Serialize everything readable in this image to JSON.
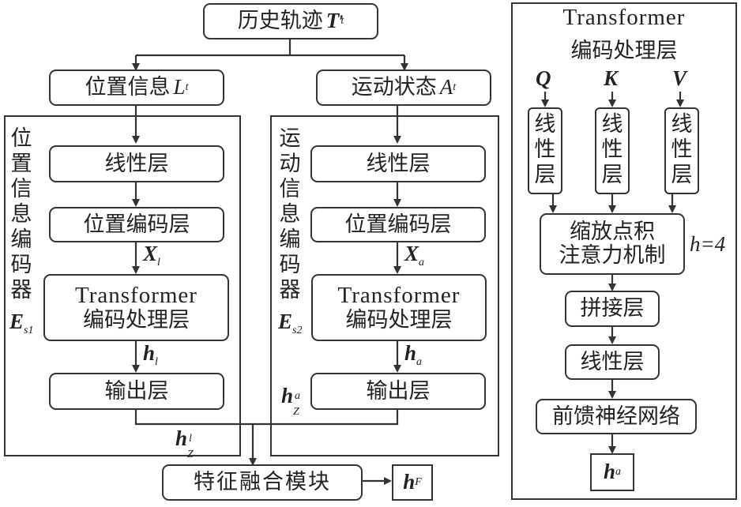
{
  "input": {
    "label": "历史轨迹",
    "symbol": "T",
    "prime": "′",
    "subscript": "t"
  },
  "branches": [
    {
      "input_box": {
        "label": "位置信息",
        "symbol": "L",
        "subscript": "t"
      },
      "encoder_label": [
        "位",
        "置",
        "信",
        "息",
        "编",
        "码",
        "器"
      ],
      "encoder_symbol": {
        "symbol": "E",
        "subscript": "s1"
      },
      "layers": {
        "linear": "线性层",
        "pos_encoding": "位置编码层",
        "transformer_line1": "Transformer",
        "transformer_line2": "编码处理层",
        "output": "输出层"
      },
      "x_var": {
        "symbol": "X",
        "subscript": "l"
      },
      "h_var": {
        "symbol": "h",
        "subscript": "l"
      },
      "hz_var": {
        "symbol": "h",
        "subscript": "Z",
        "superscript": "l"
      }
    },
    {
      "input_box": {
        "label": "运动状态",
        "symbol": "A",
        "subscript": "t"
      },
      "encoder_label": [
        "运",
        "动",
        "信",
        "息",
        "编",
        "码",
        "器"
      ],
      "encoder_symbol": {
        "symbol": "E",
        "subscript": "s2"
      },
      "layers": {
        "linear": "线性层",
        "pos_encoding": "位置编码层",
        "transformer_line1": "Transformer",
        "transformer_line2": "编码处理层",
        "output": "输出层"
      },
      "x_var": {
        "symbol": "X",
        "subscript": "a"
      },
      "h_var": {
        "symbol": "h",
        "subscript": "a"
      },
      "hz_var": {
        "symbol": "h",
        "subscript": "Z",
        "superscript": "a"
      }
    }
  ],
  "fusion": {
    "label": "特征融合模块",
    "output": {
      "symbol": "h",
      "subscript": "F"
    }
  },
  "detail": {
    "title_line1": "Transformer",
    "title_line2": "编码处理层",
    "inputs": [
      "Q",
      "K",
      "V"
    ],
    "linear_vertical": [
      "线",
      "性",
      "层"
    ],
    "attention_line1": "缩放点积",
    "attention_line2": "注意力机制",
    "heads": "h=4",
    "concat": "拼接层",
    "linear": "线性层",
    "ffn": "前馈神经网络",
    "output": {
      "symbol": "h",
      "subscript": "a"
    }
  }
}
